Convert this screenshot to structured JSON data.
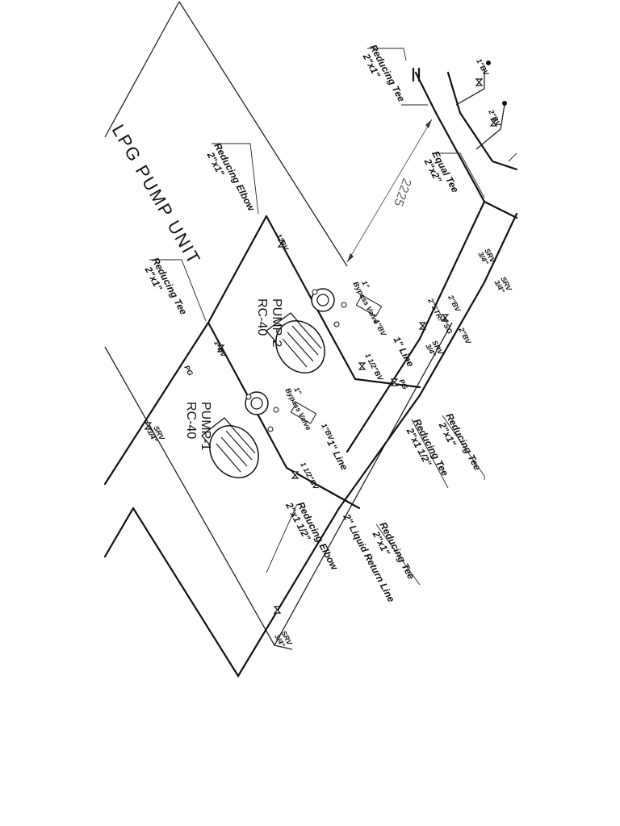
{
  "title": "LPG PUMP UNIT",
  "pumps": [
    {
      "name": "PUMP-2",
      "model": "RC-40"
    },
    {
      "name": "PUMP-1",
      "model": "RC-40"
    }
  ],
  "dimension": "2225",
  "fittings": {
    "reducing_tee_top": {
      "name": "Reducing Tee",
      "size": "2\"x1\""
    },
    "equal_tee": {
      "name": "Equal Tee",
      "size": "2\"x2\""
    },
    "reducing_elbow_top": {
      "name": "Reducing Elbow",
      "size": "2\"x1\""
    },
    "reducing_tee_left": {
      "name": "Reducing Tee",
      "size": "2\"x1\""
    },
    "reducing_tee_right_1": {
      "name": "Reducing Tee",
      "size": "2\"x1\""
    },
    "reducing_tee_right_2": {
      "name": "Reducing Tee",
      "size": "2\"x1 1/2\""
    },
    "reducing_elbow_bottom": {
      "name": "Reducing Elbow",
      "size": "2\"x1 1/2\""
    },
    "reducing_tee_bottom": {
      "name": "Reducing Tee",
      "size": "2\"x1\""
    }
  },
  "lines": {
    "liquid_return": "2\" Liquid Return Line",
    "line_1_upper": "1\" Line",
    "line_1_lower": "1\" Line"
  },
  "bypass": {
    "size": "1\"",
    "label": "Bypass Valve"
  },
  "valves": {
    "bv_1": "1\"BV",
    "bv_2": "2\"BV",
    "bv_1_5": "1 1/2\"BV",
    "srv": "SRV",
    "srv_size": "3/4\"",
    "str": "2\"STR.",
    "sg": "2\"SG",
    "pg": "PG"
  }
}
